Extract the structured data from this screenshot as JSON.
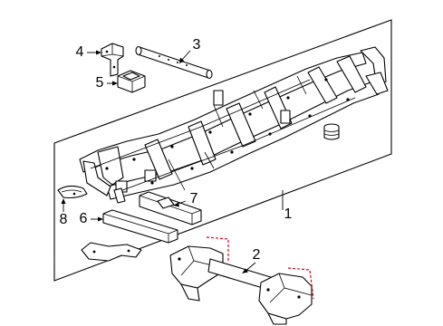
{
  "diagram": {
    "callouts": [
      {
        "id": "1",
        "label": "1"
      },
      {
        "id": "2",
        "label": "2"
      },
      {
        "id": "3",
        "label": "3"
      },
      {
        "id": "4",
        "label": "4"
      },
      {
        "id": "5",
        "label": "5"
      },
      {
        "id": "6",
        "label": "6"
      },
      {
        "id": "7",
        "label": "7"
      },
      {
        "id": "8",
        "label": "8"
      }
    ],
    "colors": {
      "line": "#000000",
      "cut_marks": "#d0021b",
      "background": "#ffffff"
    }
  }
}
